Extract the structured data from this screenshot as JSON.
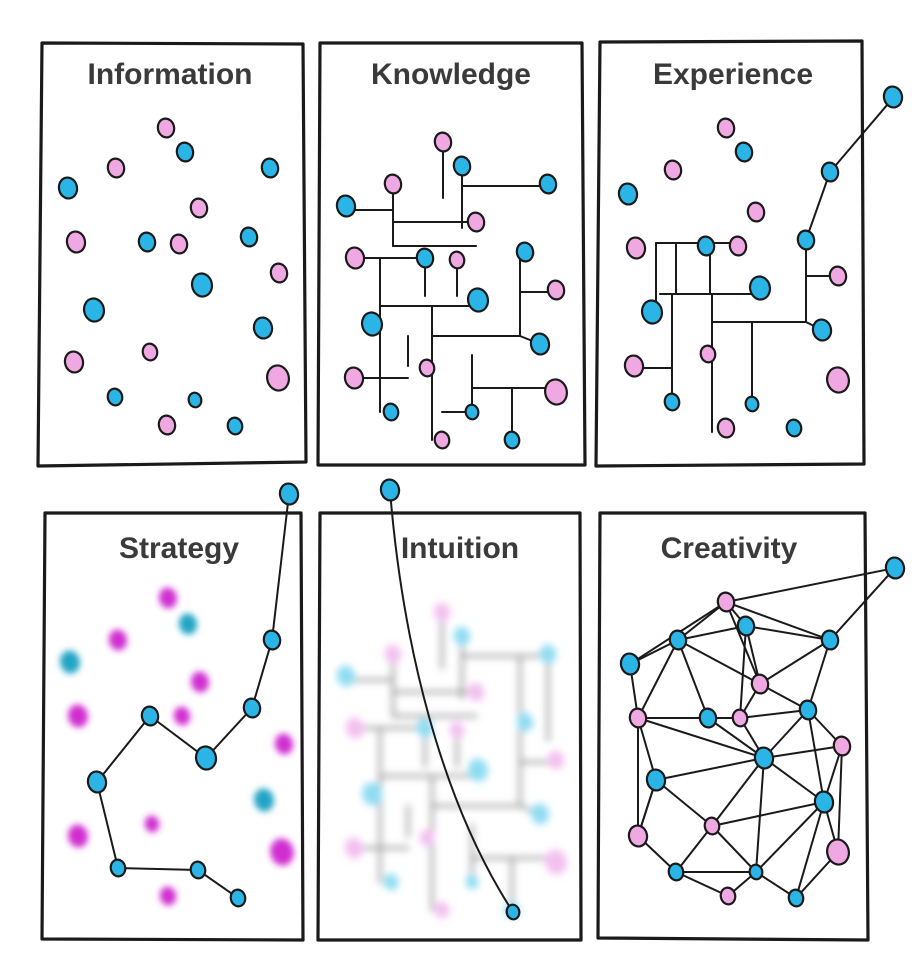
{
  "palette": {
    "cyan": "#2bb4e6",
    "pink": "#f0a8e2",
    "cyan_blur": "#22a4c4",
    "pink_blur": "#d02fd0",
    "cyan_faint": "#8fdcf3",
    "pink_faint": "#f3c0ef",
    "outline": "#1a1a1a"
  },
  "panels": [
    {
      "id": "information",
      "title": "Information",
      "style": "plain"
    },
    {
      "id": "knowledge",
      "title": "Knowledge",
      "style": "plain"
    },
    {
      "id": "experience",
      "title": "Experience",
      "style": "plain"
    },
    {
      "id": "strategy",
      "title": "Strategy",
      "style": "blur-dots"
    },
    {
      "id": "intuition",
      "title": "Intuition",
      "style": "blur-all"
    },
    {
      "id": "creativity",
      "title": "Creativity",
      "style": "plain"
    }
  ]
}
